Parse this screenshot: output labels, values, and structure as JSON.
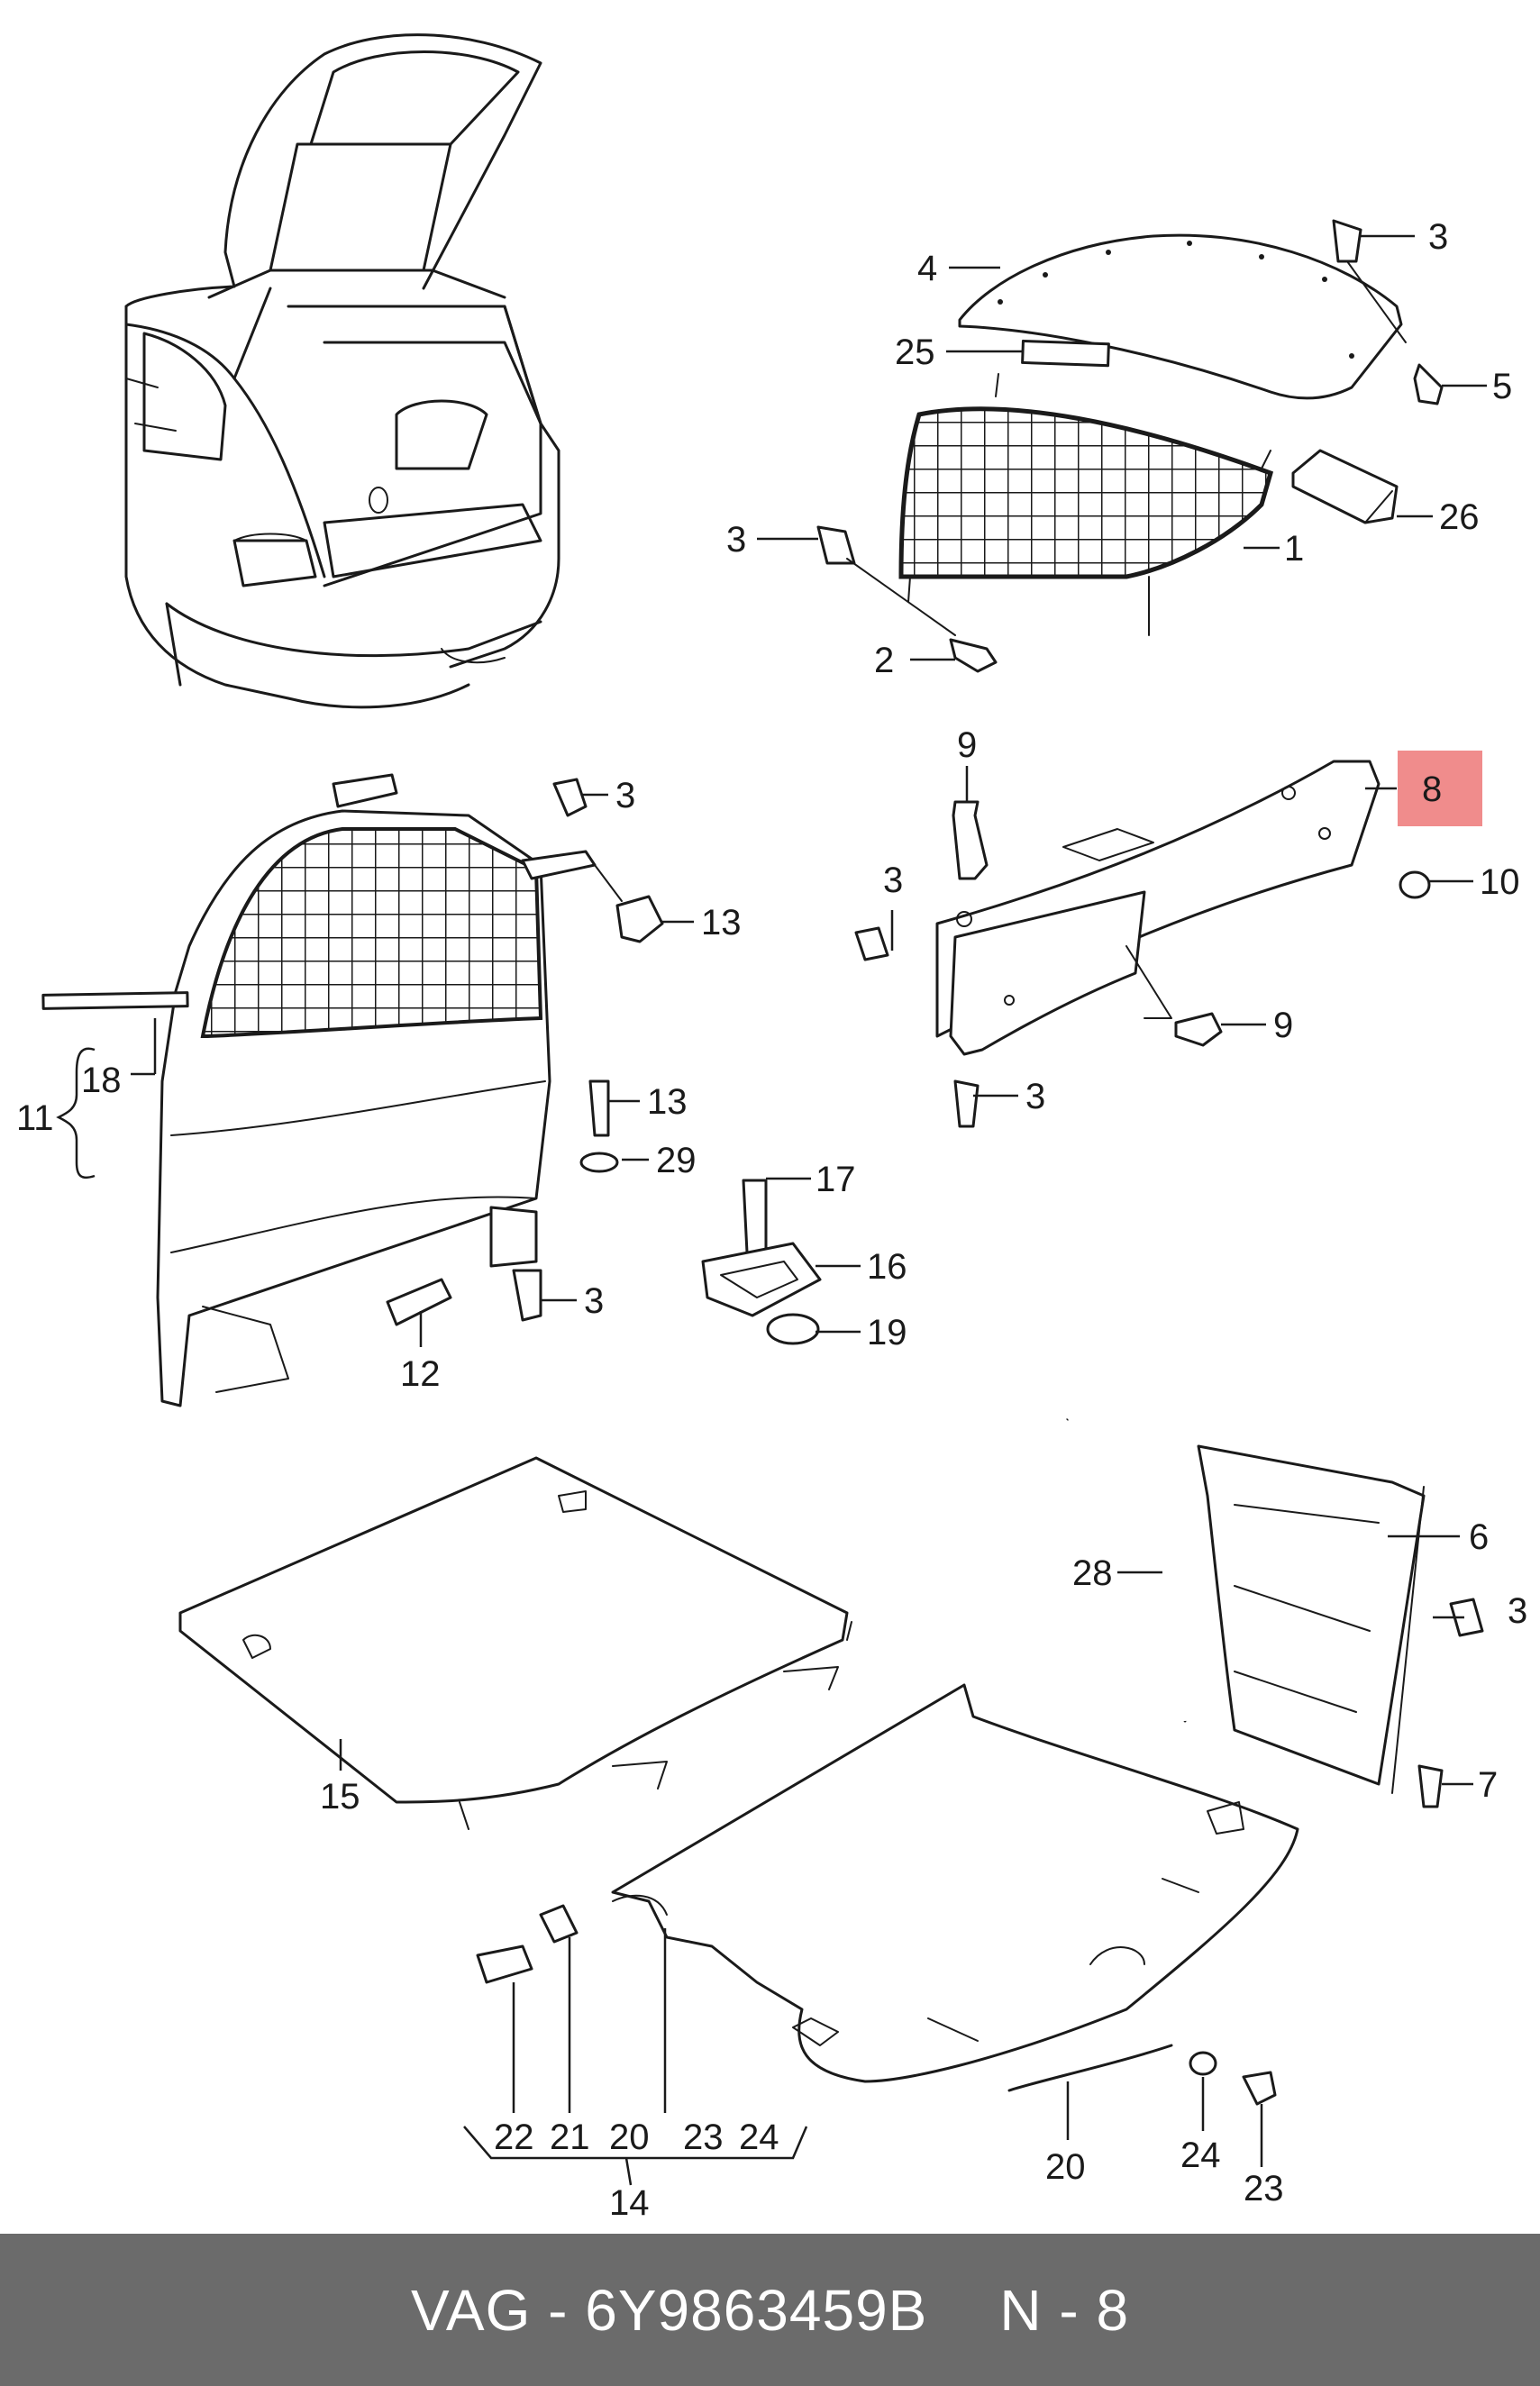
{
  "callouts": [
    {
      "id": "c4",
      "text": "4"
    },
    {
      "id": "c3a",
      "text": "3"
    },
    {
      "id": "c25",
      "text": "25"
    },
    {
      "id": "c5",
      "text": "5"
    },
    {
      "id": "c26",
      "text": "26"
    },
    {
      "id": "c3b",
      "text": "3"
    },
    {
      "id": "c1",
      "text": "1"
    },
    {
      "id": "c2",
      "text": "2"
    },
    {
      "id": "c9a",
      "text": "9"
    },
    {
      "id": "c8",
      "text": "8"
    },
    {
      "id": "c3c",
      "text": "3"
    },
    {
      "id": "c10",
      "text": "10"
    },
    {
      "id": "c3d",
      "text": "3"
    },
    {
      "id": "c13a",
      "text": "13"
    },
    {
      "id": "c9b",
      "text": "9"
    },
    {
      "id": "c3e",
      "text": "3"
    },
    {
      "id": "c18",
      "text": "18"
    },
    {
      "id": "c11",
      "text": "11"
    },
    {
      "id": "c13b",
      "text": "13"
    },
    {
      "id": "c29",
      "text": "29"
    },
    {
      "id": "c17",
      "text": "17"
    },
    {
      "id": "c16",
      "text": "16"
    },
    {
      "id": "c3f",
      "text": "3"
    },
    {
      "id": "c12",
      "text": "12"
    },
    {
      "id": "c19",
      "text": "19"
    },
    {
      "id": "c6",
      "text": "6"
    },
    {
      "id": "c28",
      "text": "28"
    },
    {
      "id": "c3g",
      "text": "3"
    },
    {
      "id": "c15",
      "text": "15"
    },
    {
      "id": "c7",
      "text": "7"
    },
    {
      "id": "c22",
      "text": "22"
    },
    {
      "id": "c21",
      "text": "21"
    },
    {
      "id": "c20a",
      "text": "20"
    },
    {
      "id": "c23a",
      "text": "23"
    },
    {
      "id": "c24a",
      "text": "24"
    },
    {
      "id": "c20b",
      "text": "20"
    },
    {
      "id": "c24b",
      "text": "24"
    },
    {
      "id": "c23b",
      "text": "23"
    },
    {
      "id": "c14",
      "text": "14"
    }
  ],
  "highlight": {
    "label": "8",
    "color": "#f08c8c"
  },
  "footer": {
    "brand": "VAG",
    "dash": "-",
    "part_number": "6Y9863459B",
    "position": "N - 8"
  },
  "colors": {
    "footer_bg": "#6b6b6b",
    "footer_text": "#ffffff",
    "highlight": "#f08c8c",
    "ink": "#1a1a1a"
  }
}
